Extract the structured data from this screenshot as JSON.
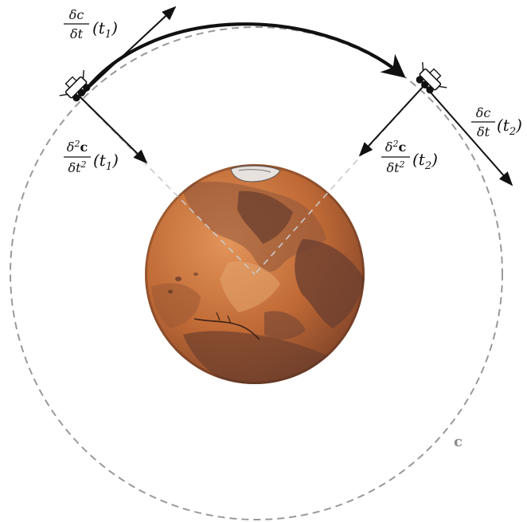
{
  "diagram": {
    "curve_label": "c",
    "labels": {
      "vel_t1": {
        "num": "δc",
        "den": "δt",
        "arg": "(t",
        "sub": "1",
        "close": ")"
      },
      "acc_t1": {
        "num_prefix": "δ",
        "num_sup": "2",
        "num_bold": "c",
        "den_prefix": "δt",
        "den_sup": "2",
        "arg": "(t",
        "sub": "1",
        "close": ")"
      },
      "vel_t2": {
        "num": "δc",
        "den": "δt",
        "arg": "(t",
        "sub": "2",
        "close": ")"
      },
      "acc_t2": {
        "num_prefix": "δ",
        "num_sup": "2",
        "num_bold": "c",
        "den_prefix": "δt",
        "den_sup": "2",
        "arg": "(t",
        "sub": "2",
        "close": ")"
      }
    },
    "colors": {
      "ink": "#111111",
      "orbit": "#999999",
      "planet_light": "#d88a4e",
      "planet_mid": "#b9622f",
      "planet_dark": "#6e4030",
      "planet_shadow": "#5a3426"
    }
  }
}
